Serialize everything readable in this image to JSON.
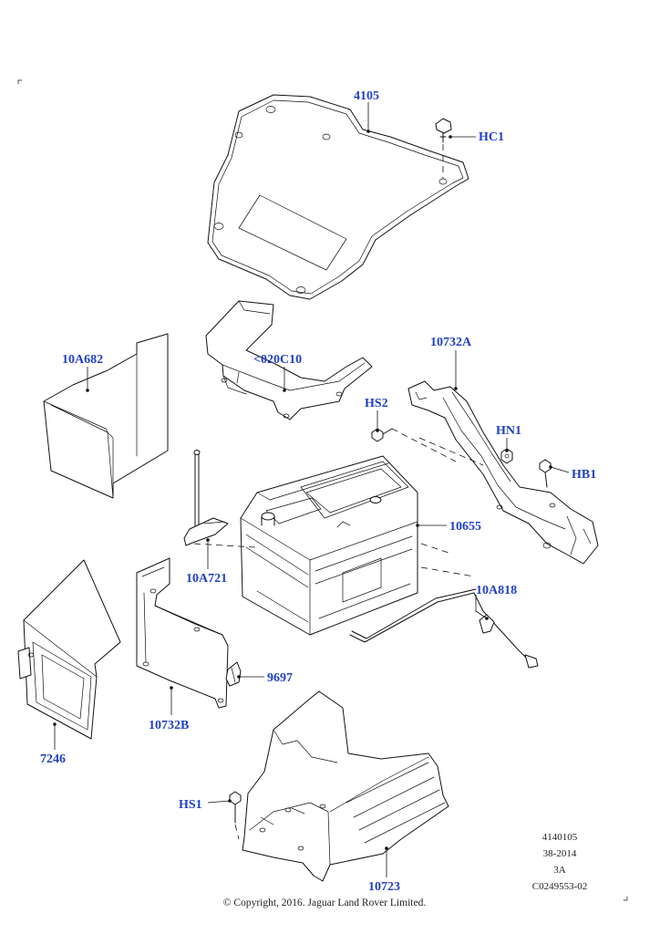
{
  "diagram": {
    "part_labels": [
      {
        "id": "battery-cover",
        "text": "4105"
      },
      {
        "id": "hc1",
        "text": "HC1"
      },
      {
        "id": "10a682",
        "text": "10A682"
      },
      {
        "id": "020c10",
        "text": "<020C10"
      },
      {
        "id": "10732a",
        "text": "10732A"
      },
      {
        "id": "hs2",
        "text": "HS2"
      },
      {
        "id": "hn1",
        "text": "HN1"
      },
      {
        "id": "hb1",
        "text": "HB1"
      },
      {
        "id": "10655",
        "text": "10655"
      },
      {
        "id": "10a721",
        "text": "10A721"
      },
      {
        "id": "10a818",
        "text": "10A818"
      },
      {
        "id": "9697",
        "text": "9697"
      },
      {
        "id": "10732b",
        "text": "10732B"
      },
      {
        "id": "7246",
        "text": "7246"
      },
      {
        "id": "hs1",
        "text": "HS1"
      },
      {
        "id": "10723",
        "text": "10723"
      }
    ],
    "reference": {
      "line1": "4140105",
      "line2": "38-2014",
      "line3": "3A",
      "line4": "C0249553-02"
    },
    "copyright": "© Copyright, 2016. Jaguar Land Rover Limited.",
    "colors": {
      "label": "#1f3fc8",
      "line": "#111111",
      "background": "#ffffff"
    }
  }
}
